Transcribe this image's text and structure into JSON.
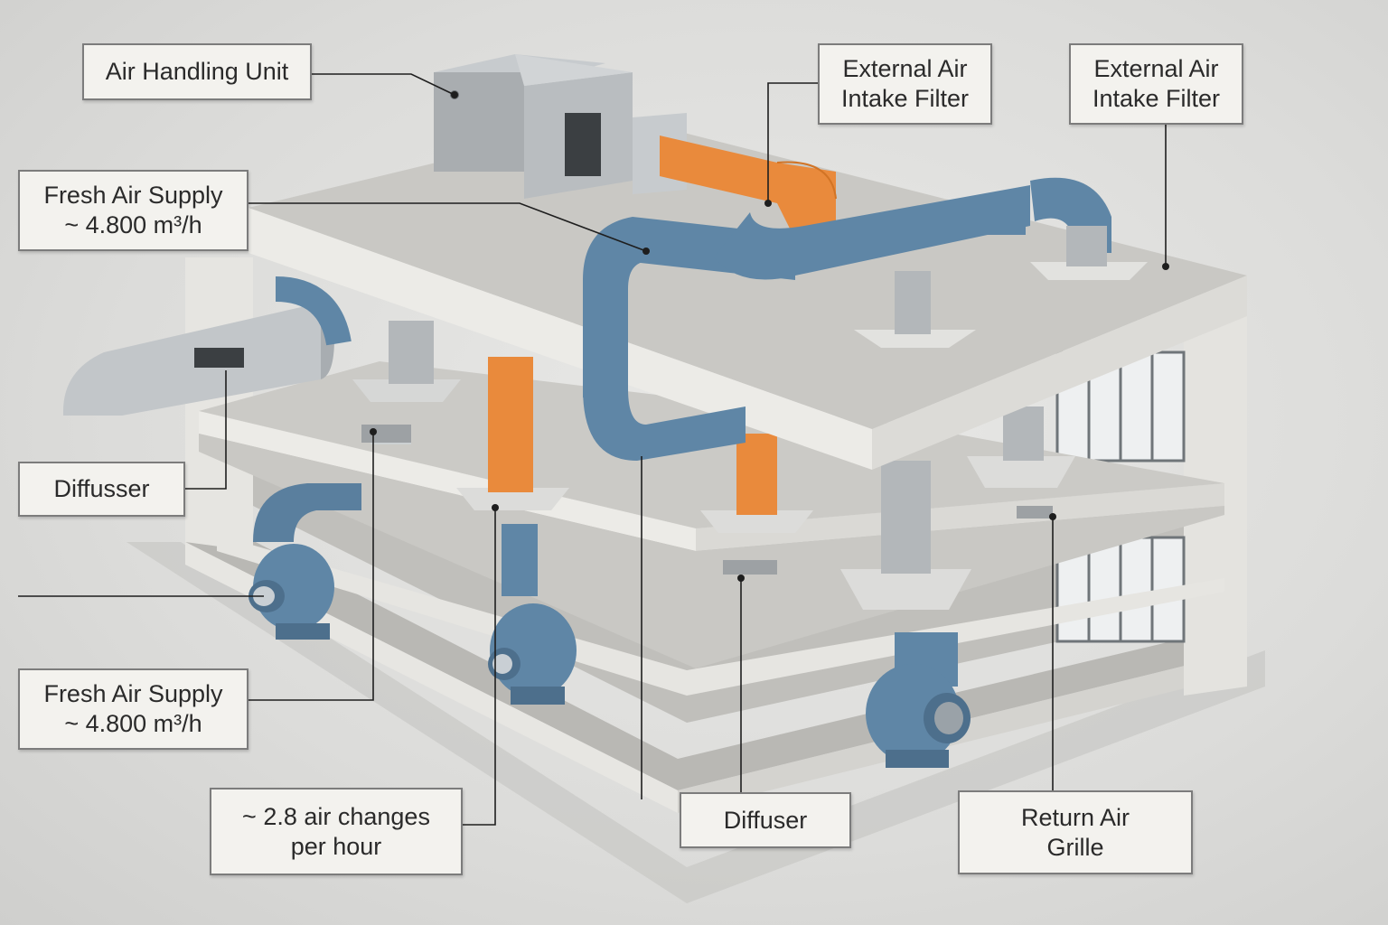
{
  "labels": {
    "air_handling_unit": "Air Handling Unit",
    "intake_filter_1": [
      "External Air",
      "Intake Filter"
    ],
    "intake_filter_2": [
      "External Air",
      "Intake Filter"
    ],
    "fresh_air_supply_1": [
      "Fresh Air Supply",
      "~ 4.800 m³/h"
    ],
    "fresh_air_supply_2": [
      "Fresh Air Supply",
      "~ 4.800 m³/h"
    ],
    "diffusser": "Diffusser",
    "air_changes": [
      "~ 2.8 air changes",
      "per hour"
    ],
    "diffuser": "Diffuser",
    "return_air_grille": [
      "Return Air",
      "Grille"
    ]
  },
  "colors": {
    "duct_blue": "#5f86a6",
    "duct_orange": "#e98a3c",
    "concrete": "#c9c8c4",
    "slab_edge": "#eeede9",
    "unit_grey": "#a9adb0"
  }
}
